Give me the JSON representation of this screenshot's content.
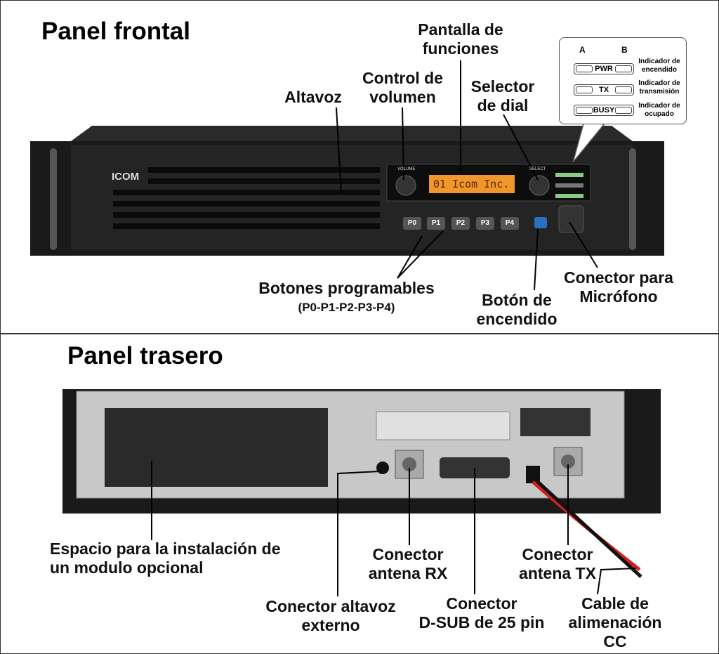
{
  "front": {
    "title": "Panel frontal",
    "brand": "ICOM",
    "display_text": "01 Icom Inc.",
    "knob_volume": "VOLUME",
    "knob_select": "SELECT",
    "buttons": [
      "P0",
      "P1",
      "P2",
      "P3",
      "P4"
    ],
    "labels": {
      "display": [
        "Pantalla de",
        "funciones"
      ],
      "volume": [
        "Control de",
        "volumen"
      ],
      "speaker": "Altavoz",
      "selector": [
        "Selector",
        "de dial"
      ],
      "prog_buttons": "Botones programables",
      "prog_buttons_sub": "(P0-P1-P2-P3-P4)",
      "power": [
        "Botón de",
        "encendido"
      ],
      "mic": [
        "Conector para",
        "Micrófono"
      ]
    },
    "indicators": {
      "col_a": "A",
      "col_b": "B",
      "rows": [
        {
          "name": "PWR",
          "desc": [
            "Indicador de",
            "encendido"
          ]
        },
        {
          "name": "TX",
          "desc": [
            "Indicador de",
            "transmisión"
          ]
        },
        {
          "name": "BUSY",
          "desc": [
            "Indicador de",
            "ocupado"
          ]
        }
      ]
    }
  },
  "rear": {
    "title": "Panel trasero",
    "labels": {
      "option": [
        "Espacio para la instalación de",
        "un modulo opcional"
      ],
      "rx": [
        "Conector",
        "antena RX"
      ],
      "tx": [
        "Conector",
        "antena TX"
      ],
      "speaker": [
        "Conector altavoz",
        "externo"
      ],
      "dsub": [
        "Conector",
        "D-SUB de 25 pin"
      ],
      "power": [
        "Cable de",
        "alimenación",
        "CC"
      ]
    }
  },
  "colors": {
    "lcd": "#f0962a",
    "chassis": "#1c1c1c",
    "power_button": "#2a6fc0"
  }
}
